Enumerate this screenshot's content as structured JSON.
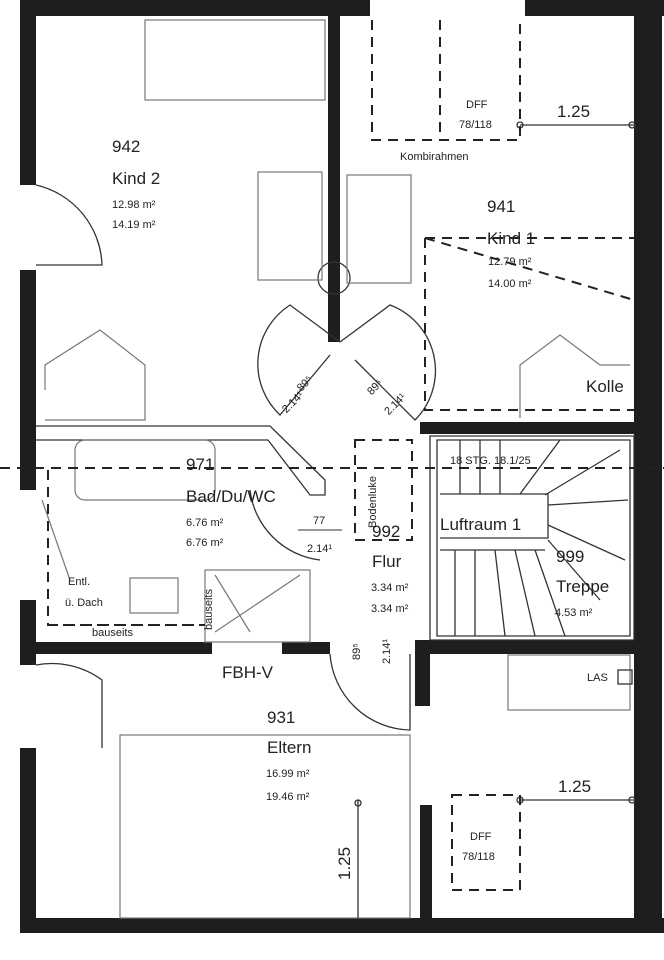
{
  "rooms": {
    "kind2": {
      "number": "942",
      "name": "Kind 2",
      "area1": "12.98 m²",
      "area2": "14.19 m²"
    },
    "kind1": {
      "number": "941",
      "name": "Kind 1",
      "area1": "12.79 m²",
      "area2": "14.00 m²"
    },
    "bad": {
      "number": "971",
      "name": "Bad/Du/WC",
      "area1": "6.76 m²",
      "area2": "6.76 m²"
    },
    "flur": {
      "number": "992",
      "name": "Flur",
      "area1": "3.34 m²",
      "area2": "3.34 m²"
    },
    "treppe": {
      "number": "999",
      "name": "Treppe",
      "area1": "4.53 m²"
    },
    "eltern": {
      "number": "931",
      "name": "Eltern",
      "area1": "16.99 m²",
      "area2": "19.46 m²"
    }
  },
  "labels": {
    "dff": "DFF",
    "dff_size": "78/118",
    "kombirahmen": "Kombirahmen",
    "dim_top": "1.25",
    "dim_right_bottom": "1.25",
    "dim_vertical": "1.25",
    "kolle": "Kolle",
    "luftraum": "Luftraum 1",
    "stairs": "18 STG. 18.1/25",
    "bodenluke": "Bodenluke",
    "entl1": "Entl.",
    "entl2": "ü. Dach",
    "bauseits": "bauseits",
    "bauseits2": "bauseits",
    "fbh": "FBH-V",
    "las": "LAS",
    "door_w1": "89⁵",
    "door_h1": "2.14¹",
    "door_w2": "89⁵",
    "door_h2": "2.14¹",
    "door_w3": "77",
    "door_h3": "2.14¹",
    "door_w4": "89⁵",
    "door_h4": "2.14¹"
  }
}
